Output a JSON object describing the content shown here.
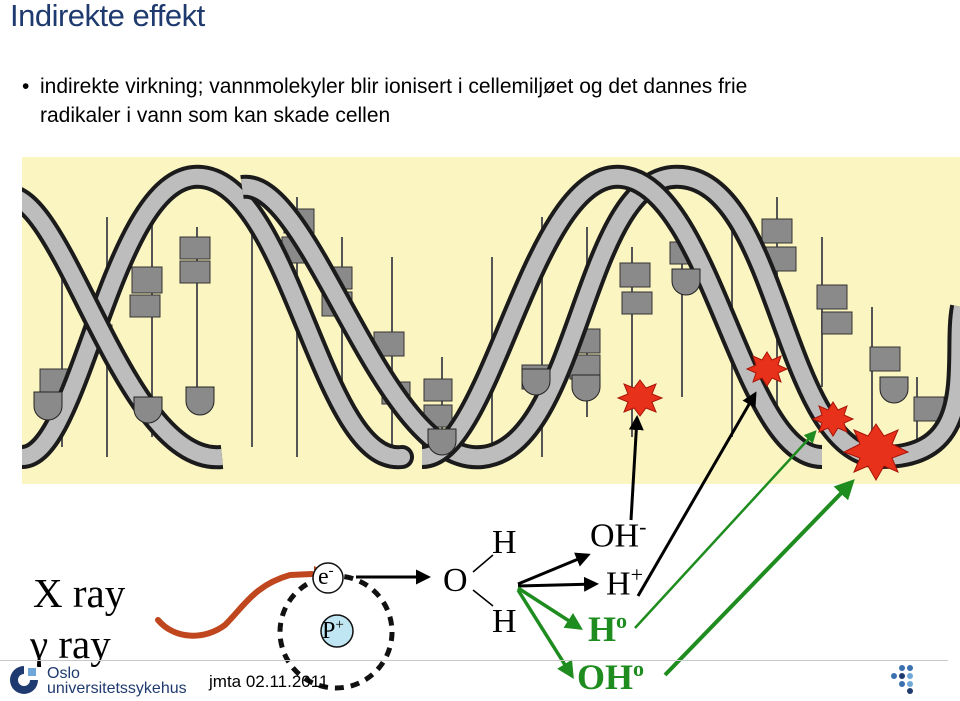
{
  "title": "Indirekte effekt",
  "bullet": {
    "marker": "•",
    "text": "indirekte virkning; vannmolekyler blir ionisert i cellemiljøet og det dannes frie radikaler i vann som kan skade cellen"
  },
  "radiation": {
    "xray": "X ray",
    "gamma": "γ ray"
  },
  "particles": {
    "electron": "e",
    "electron_sup": "-",
    "proton": "P",
    "proton_sup": "+"
  },
  "water": {
    "O": "O",
    "H_top": "H",
    "H_bottom": "H"
  },
  "products": {
    "OH_minus": "OH",
    "OH_minus_sup": "-",
    "H_plus": "H",
    "H_plus_sup": "+",
    "H_radical": "H",
    "H_radical_sup": "o",
    "OH_radical": "OH",
    "OH_radical_sup": "o"
  },
  "footer": {
    "logo_line1": "Oslo",
    "logo_line2": "universitetssykehus",
    "date": "jmta 02.11.2011"
  },
  "colors": {
    "title": "#1f3a6e",
    "helix_bg": "#fbf5c2",
    "arrow_black": "#000000",
    "arrow_green": "#1e8c1e",
    "green_text": "#1e8c1e",
    "xray_curve": "#c0461e",
    "starburst": "#e8311a",
    "proton_fill": "#bfe6f2"
  }
}
